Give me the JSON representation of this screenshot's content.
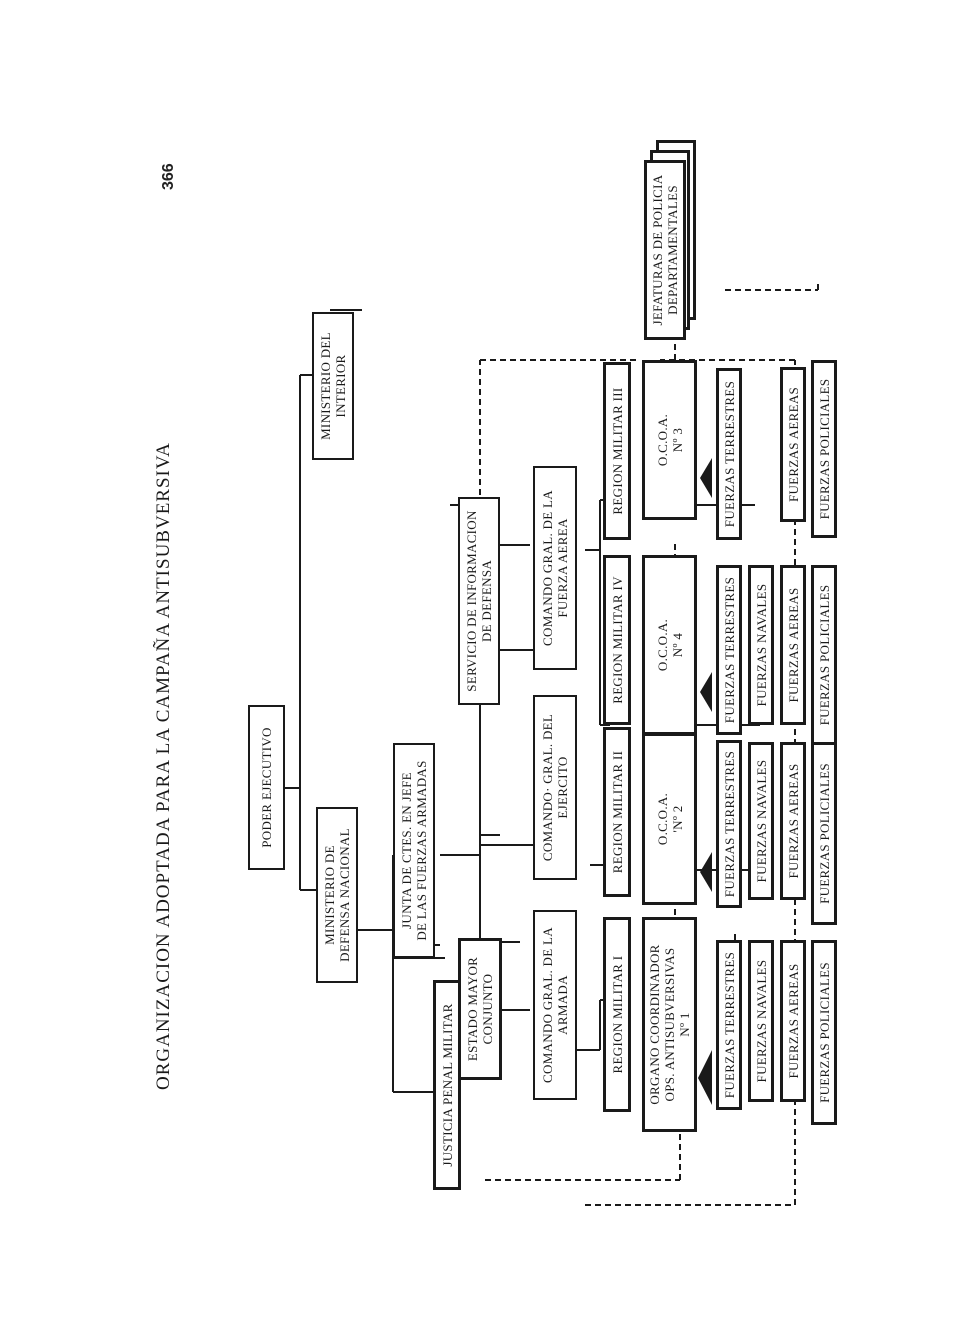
{
  "title": "ORGANIZACION ADOPTADA PARA LA CAMPAÑA ANTISUBVERSIVA",
  "page_number": "366",
  "nodes": {
    "poder_ejecutivo": "PODER EJECUTIVO",
    "ministerio_defensa": "MINISTERIO DE\nDEFENSA NACIONAL",
    "ministerio_interior": "MINISTERIO DEL\nINTERIOR",
    "justicia_penal_militar": "JUSTICIA PENAL MILITAR",
    "junta_ctes": "JUNTA DE CTES. EN JEFE\nDE LAS FUERZAS ARMADAS",
    "estado_mayor": "ESTADO MAYOR\nCONJUNTO",
    "servicio_informacion": "SERVICIO DE INFORMACION\nDE DEFENSA",
    "comando_armada": "COMANDO GRAL. DE LA\nARMADA",
    "comando_ejercito": "COMANDO· GRAL. DEL\nEJERCITO",
    "comando_fuerza_aerea": "COMANDO GRAL. DE LA\nFUERZA AEREA",
    "jefaturas_policia": "JEFATURAS DE POLICIA\nDEPARTAMENTALES"
  },
  "regions": [
    {
      "region": "REGION MILITAR I",
      "organ": "ORGANO COORDINADOR\nOPS. ANTISUBVERSIVAS\nNº 1",
      "forces": [
        "FUERZAS TERRESTRES",
        "FUERZAS NAVALES",
        "FUERZAS AEREAS",
        "FUERZAS POLICIALES"
      ]
    },
    {
      "region": "REGION MILITAR II",
      "organ": "O.C.O.A.\n'Nº 2",
      "forces": [
        "FUERZAS TERRESTRES",
        "FUERZAS NAVALES",
        "FUERZAS AEREAS",
        "FUERZAS POLICIALES"
      ]
    },
    {
      "region": "REGION MILITAR IV",
      "organ": "O.C.O.A.\nNº 4",
      "forces": [
        "FUERZAS TERRESTRES",
        "FUERZAS NAVALES",
        "FUERZAS AEREAS",
        "FUERZAS POLICIALES"
      ]
    },
    {
      "region": "REGION MILITAR III",
      "organ": "O.C.O.A.\nNº 3",
      "forces": [
        "FUERZAS TERRESTRES",
        "FUERZAS AEREAS",
        "FUERZAS POLICIALES"
      ]
    }
  ]
}
